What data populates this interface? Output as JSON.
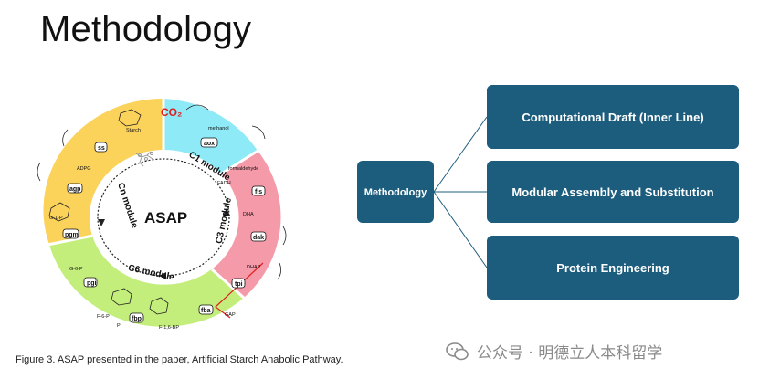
{
  "slide": {
    "title": "Methodology",
    "caption": "Figure 3. ASAP presented in the paper, Artificial Starch Anabolic Pathway."
  },
  "figure": {
    "center_label": "ASAP",
    "co2_label": "CO₂",
    "modules": [
      "C1 module",
      "C3 module",
      "C6 module",
      "Cn module"
    ],
    "enzymes": [
      "aox",
      "fls",
      "dak",
      "tpi",
      "fba",
      "fbp",
      "pgi",
      "pgm",
      "agp",
      "ss"
    ],
    "metabolites": [
      "methanol",
      "formaldehyde",
      "DHA",
      "DHAP",
      "GAP",
      "F-1,6-BP",
      "F-6-P",
      "G-6-P",
      "G-1-P",
      "ADPG",
      "Starch",
      "FADH",
      "Pi"
    ],
    "colors": {
      "c1": "#8eeaf7",
      "c3": "#f59aa8",
      "c6": "#c4ee7c",
      "cn": "#fbd25a"
    }
  },
  "diagram": {
    "root": "Methodology",
    "children": [
      "Computational Draft (Inner Line)",
      "Modular Assembly and Substitution",
      "Protein Engineering"
    ],
    "node_color": "#1c5d7e",
    "line_color": "#1c5d7e"
  },
  "watermark": {
    "text": "公众号 · 明德立人本科留学"
  }
}
